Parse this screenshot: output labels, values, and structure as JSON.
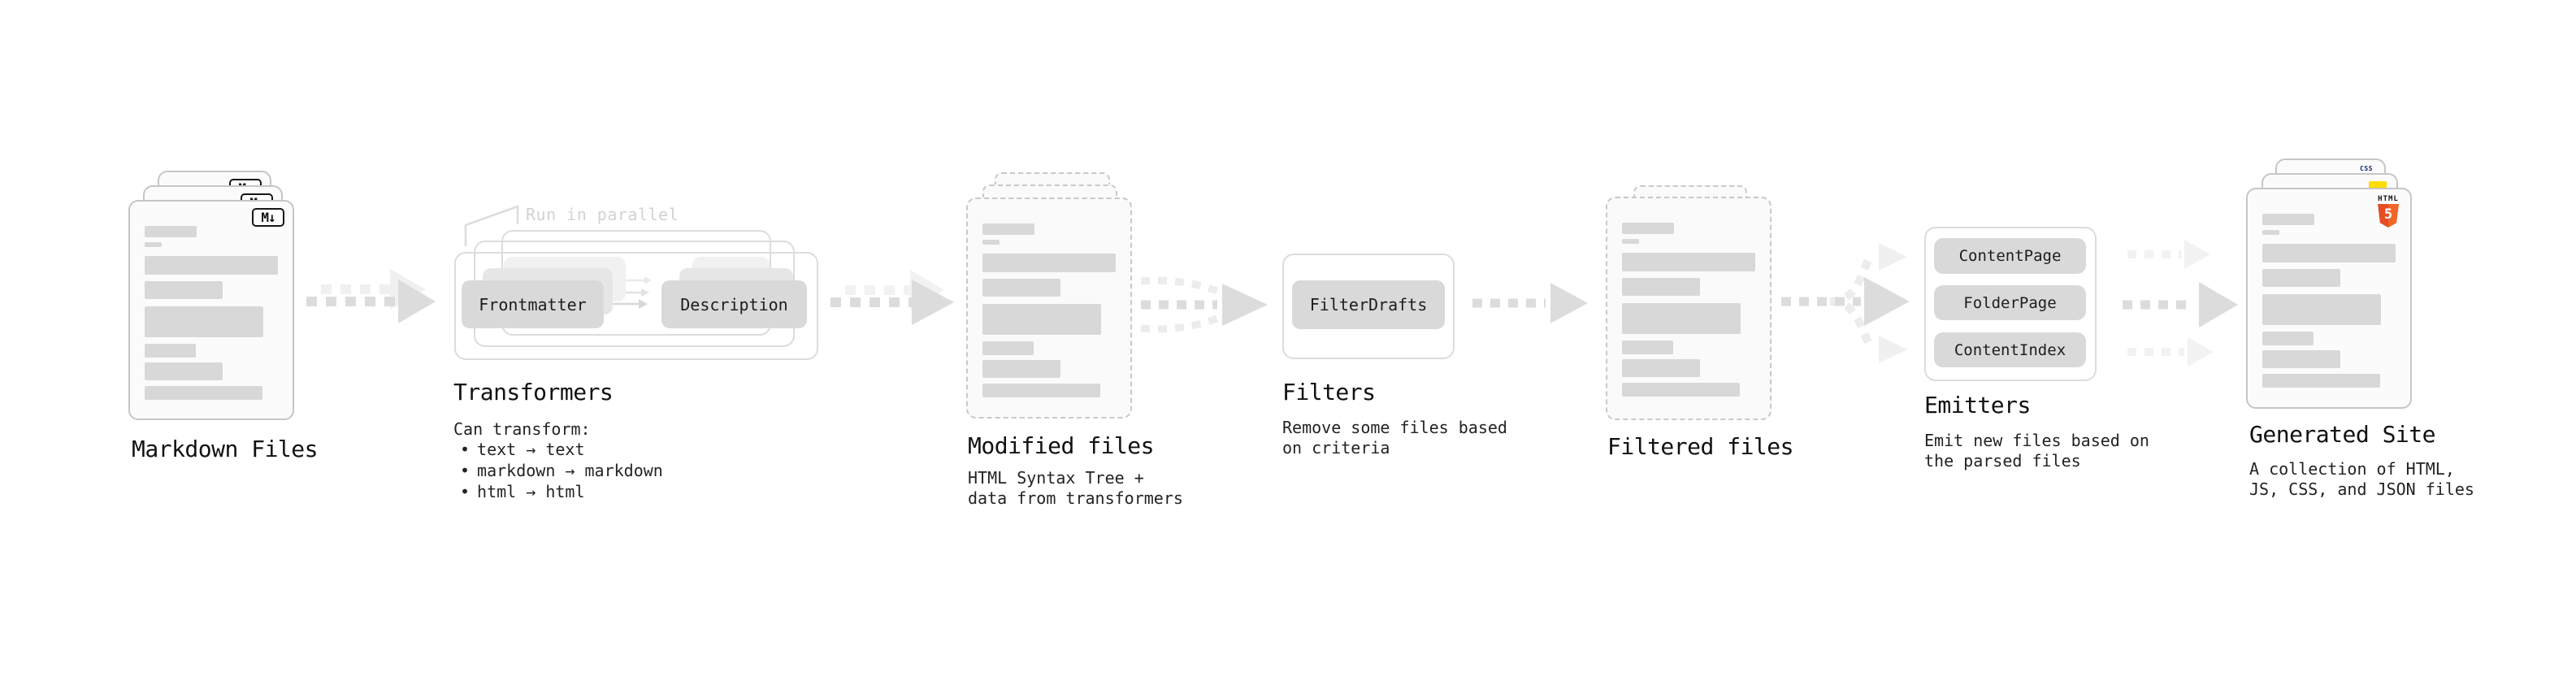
{
  "stages": {
    "markdown_files": {
      "label": "Markdown Files",
      "badge": "M↓",
      "icon": "markdown-icon"
    },
    "transformers": {
      "title": "Transformers",
      "parallel_note": "Run in parallel",
      "node_left": "Frontmatter",
      "node_right": "Description",
      "desc_heading": "Can transform:",
      "bullet_char": "•",
      "bullets": [
        "text → text",
        "markdown → markdown",
        "html → html"
      ]
    },
    "modified_files": {
      "label": "Modified files",
      "desc": [
        "HTML Syntax Tree +",
        "data from transformers"
      ]
    },
    "filters": {
      "title": "Filters",
      "node": "FilterDrafts",
      "desc": [
        "Remove some files based",
        "on criteria"
      ]
    },
    "filtered_files": {
      "label": "Filtered files"
    },
    "emitters": {
      "title": "Emitters",
      "nodes": [
        "ContentPage",
        "FolderPage",
        "ContentIndex"
      ],
      "desc": [
        "Emit new files based on",
        "the parsed files"
      ]
    },
    "generated_site": {
      "label": "Generated Site",
      "desc": [
        "A collection of HTML,",
        "JS, CSS, and JSON files"
      ],
      "badges": {
        "html_word": "HTML",
        "html_number": "5",
        "css_word": "CSS"
      }
    }
  },
  "colors": {
    "html5_orange": "#e44d26",
    "js_yellow": "#ffdc00",
    "css_blue": "#2d5be8",
    "arrow": "#dcdcdc",
    "arrow_light": "#efefef",
    "bar": "#d8d8d8"
  }
}
